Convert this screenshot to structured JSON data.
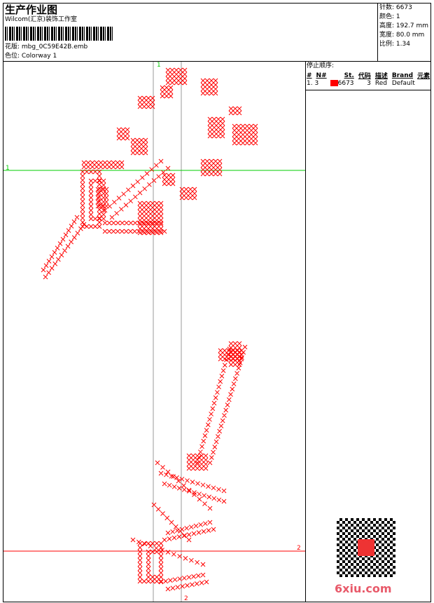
{
  "header": {
    "title": "生产作业图",
    "company": "Wilcom(汇京)装饰工作室",
    "design": "花版: mbg_0C59E42B.emb",
    "colorway": "色位: Colorway 1"
  },
  "stats": {
    "stitches": "针数: 6673",
    "colors": "颜色: 1",
    "height": "高度: 192.7 mm",
    "width": "宽度: 80.0 mm",
    "scale": "比例: 1.34"
  },
  "stop_sequence": {
    "title": "停止顺序:",
    "headers": [
      "#",
      "N#",
      "St.",
      "代码",
      "描述",
      "Brand",
      "元素"
    ],
    "rows": [
      {
        "num": "1. 3",
        "color": "#ff0000",
        "stitches": "6673",
        "code": "3",
        "desc": "Red",
        "brand": "Default"
      }
    ]
  },
  "guides": {
    "green_v": "1",
    "green_h": "1",
    "red_h": "2",
    "red_v": "2"
  },
  "watermark": "6xiu.com"
}
